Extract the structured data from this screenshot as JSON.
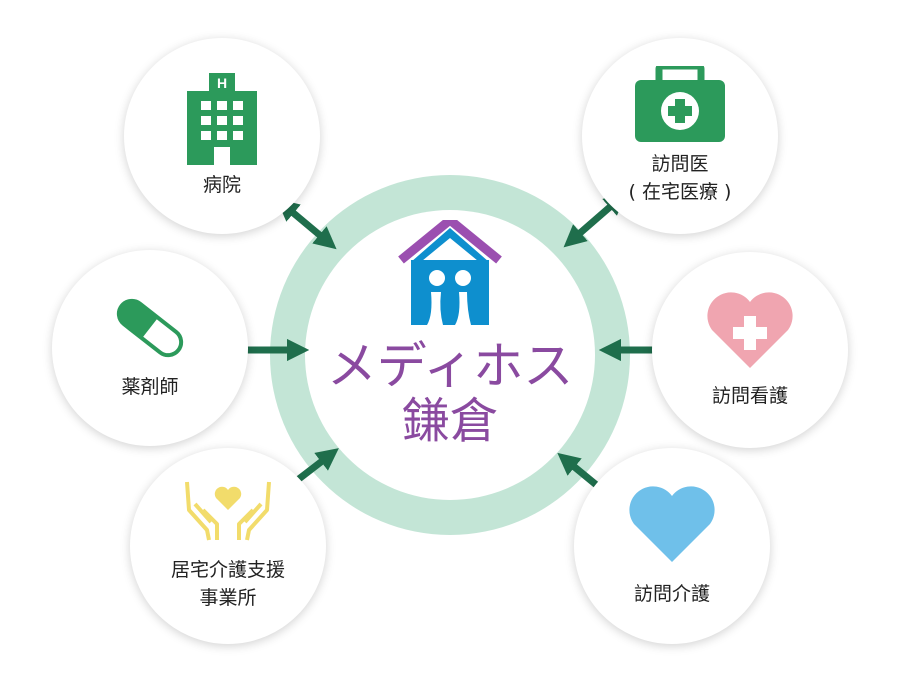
{
  "center": {
    "brand_line1": "メディホス",
    "brand_line2": "鎌倉",
    "logo": "house-family-logo"
  },
  "nodes": [
    {
      "id": "hospital",
      "label": "病院",
      "icon": "hospital-building-icon"
    },
    {
      "id": "visiting-doctor",
      "label": "訪問医",
      "sublabel": "( 在宅医療 )",
      "icon": "medical-bag-icon"
    },
    {
      "id": "pharmacist",
      "label": "薬剤師",
      "icon": "capsule-icon"
    },
    {
      "id": "visiting-nursing",
      "label": "訪問看護",
      "icon": "heart-cross-icon"
    },
    {
      "id": "care-support",
      "label": "居宅介護支援",
      "label2": "事業所",
      "icon": "hands-heart-icon"
    },
    {
      "id": "visiting-care",
      "label": "訪問介護",
      "icon": "heart-icon"
    }
  ],
  "colors": {
    "arrow": "#1f6e4c",
    "icon_green": "#2c9a5b",
    "ring": "#c3e5d6",
    "brand": "#8a4aa0",
    "house_blue": "#0e8fce",
    "pink": "#f0a5b0",
    "yellow": "#f2dc6b",
    "light_blue": "#6fc0ea"
  }
}
